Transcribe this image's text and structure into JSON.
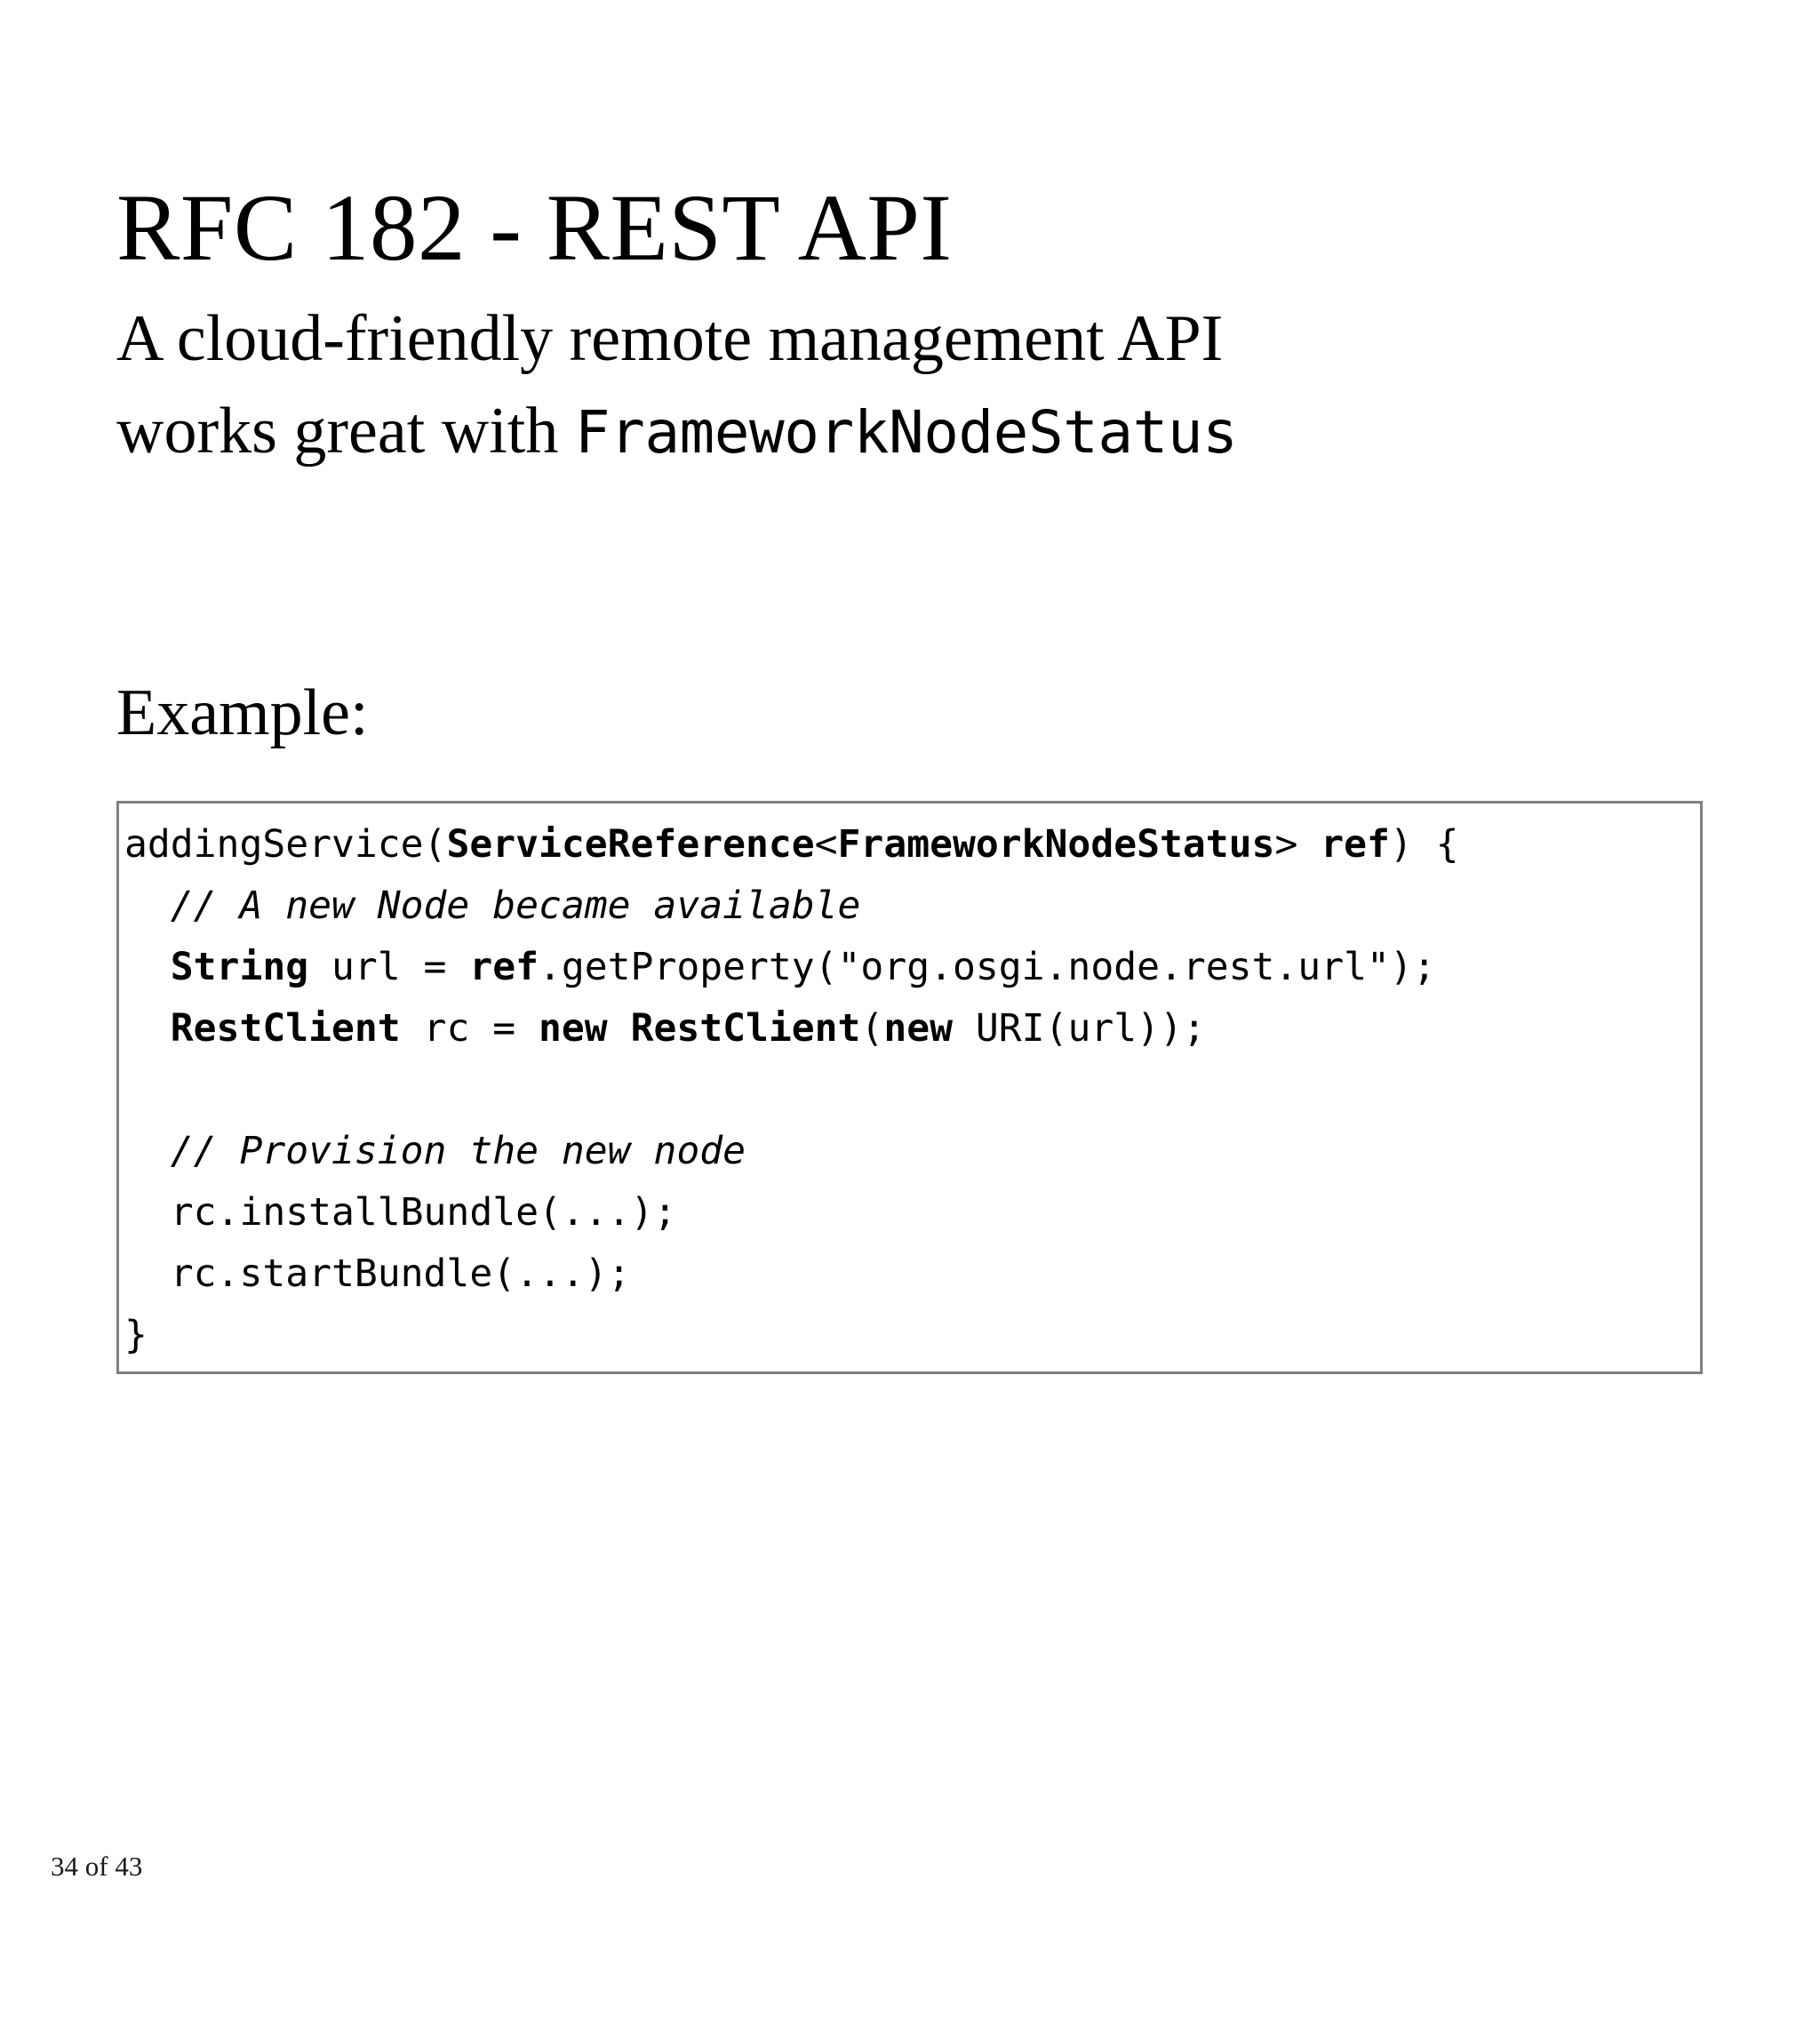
{
  "slide": {
    "title": "RFC 182 - REST API",
    "subtitle": {
      "line1": "A cloud-friendly remote management API",
      "line2_prefix": "works great with ",
      "line2_mono": "FrameworkNodeStatus"
    },
    "example_label": "Example:",
    "code": {
      "language": "java",
      "lines": [
        {
          "indent": 0,
          "segments": [
            {
              "text": "addingService(",
              "style": "plain"
            },
            {
              "text": "ServiceReference",
              "style": "bold"
            },
            {
              "text": "<",
              "style": "plain"
            },
            {
              "text": "FrameworkNodeStatus",
              "style": "bold"
            },
            {
              "text": "> ",
              "style": "plain"
            },
            {
              "text": "ref",
              "style": "bold"
            },
            {
              "text": ") {",
              "style": "plain"
            }
          ]
        },
        {
          "indent": 2,
          "segments": [
            {
              "text": "// A new Node became available",
              "style": "comment"
            }
          ]
        },
        {
          "indent": 2,
          "segments": [
            {
              "text": "String",
              "style": "bold"
            },
            {
              "text": " url = ",
              "style": "plain"
            },
            {
              "text": "ref",
              "style": "bold"
            },
            {
              "text": ".getProperty(\"org.osgi.node.rest.url\");",
              "style": "plain"
            }
          ]
        },
        {
          "indent": 2,
          "segments": [
            {
              "text": "RestClient",
              "style": "bold"
            },
            {
              "text": " rc = ",
              "style": "plain"
            },
            {
              "text": "new RestClient",
              "style": "bold"
            },
            {
              "text": "(",
              "style": "plain"
            },
            {
              "text": "new",
              "style": "bold"
            },
            {
              "text": " URI(url));",
              "style": "plain"
            }
          ]
        },
        {
          "indent": 0,
          "segments": [
            {
              "text": "",
              "style": "plain"
            }
          ]
        },
        {
          "indent": 2,
          "segments": [
            {
              "text": "// Provision the new node",
              "style": "comment"
            }
          ]
        },
        {
          "indent": 2,
          "segments": [
            {
              "text": "rc.installBundle(...);",
              "style": "plain"
            }
          ]
        },
        {
          "indent": 2,
          "segments": [
            {
              "text": "rc.startBundle(...);",
              "style": "plain"
            }
          ]
        },
        {
          "indent": 0,
          "segments": [
            {
              "text": "}",
              "style": "plain"
            }
          ]
        }
      ]
    },
    "footer": "34 of 43"
  },
  "colors": {
    "background": "#ffffff",
    "text": "#000000",
    "code_border": "#808080",
    "footer_text": "#1a1a1a"
  }
}
